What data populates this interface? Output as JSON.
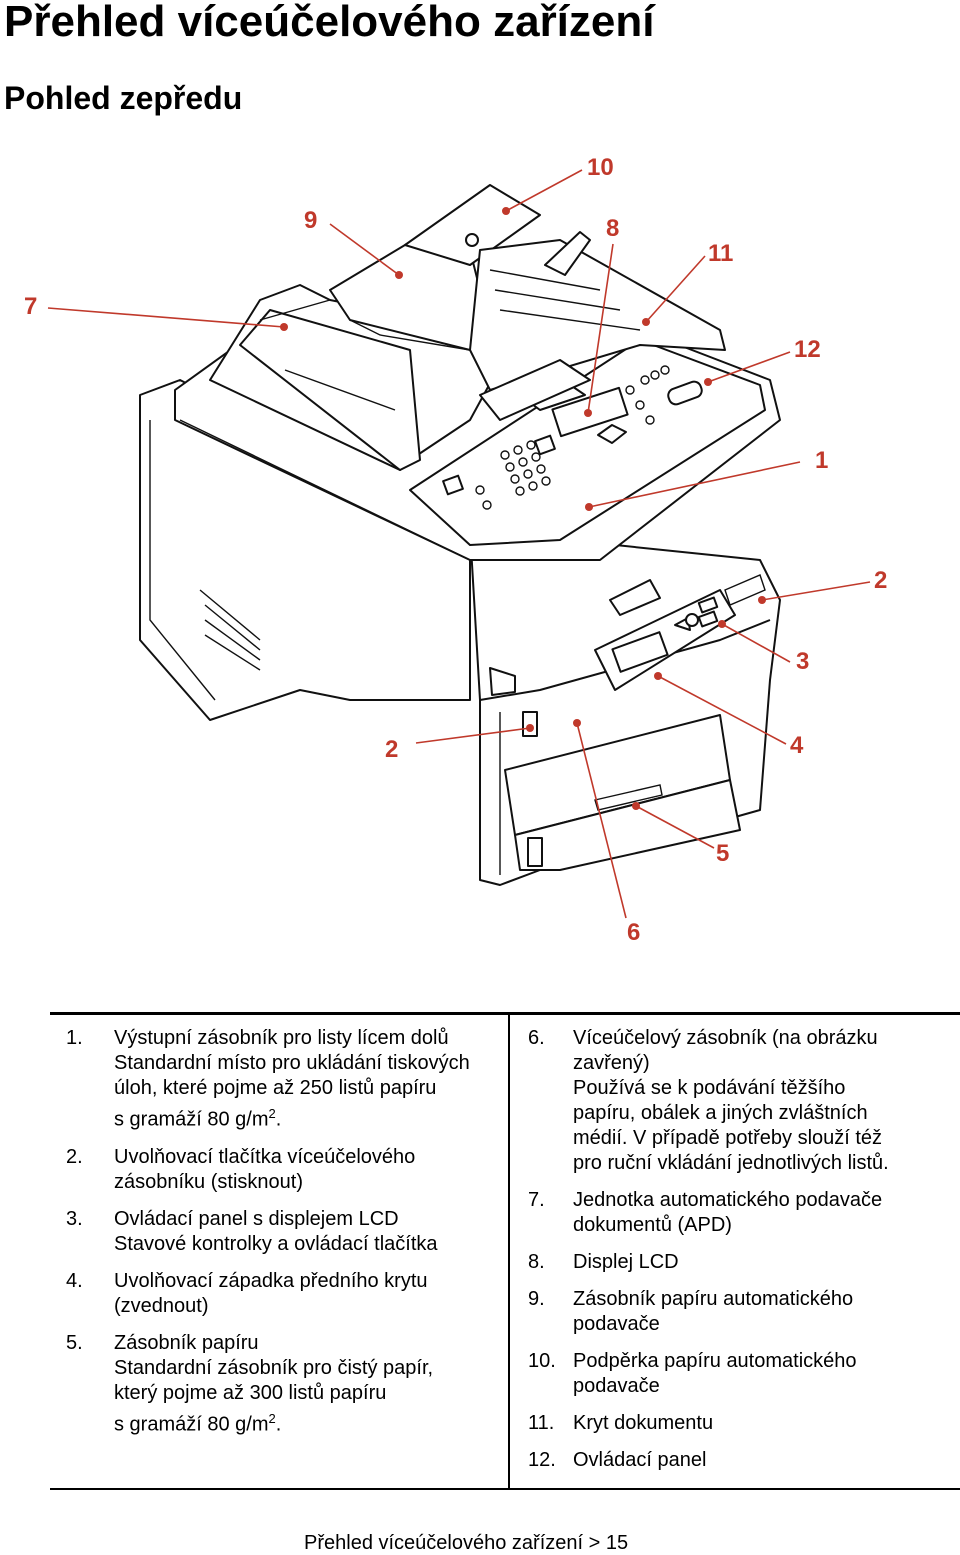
{
  "page": {
    "title": "Přehled víceúčelového zařízení",
    "subtitle": "Pohled zepředu",
    "footer": "Přehled víceúčelového zařízení > 15"
  },
  "diagram": {
    "callouts": [
      "10",
      "9",
      "8",
      "11",
      "7",
      "12",
      "1",
      "2",
      "3",
      "2",
      "4",
      "5",
      "6"
    ],
    "accent_color": "#c0392b"
  },
  "legend_left": [
    {
      "num": "1.",
      "lines": [
        "Výstupní zásobník pro listy lícem dolů",
        "Standardní místo pro ukládání tiskových",
        "úloh, které pojme až 250 listů papíru"
      ],
      "last_prefix": "s gramáží 80 g/m",
      "sup": "2",
      "last_suffix": "."
    },
    {
      "num": "2.",
      "lines": [
        "Uvolňovací tlačítka víceúčelového",
        "zásobníku (stisknout)"
      ]
    },
    {
      "num": "3.",
      "lines": [
        "Ovládací panel s displejem LCD",
        "Stavové kontrolky a ovládací tlačítka"
      ]
    },
    {
      "num": "4.",
      "lines": [
        "Uvolňovací západka předního krytu",
        "(zvednout)"
      ]
    },
    {
      "num": "5.",
      "lines": [
        "Zásobník papíru",
        "Standardní zásobník pro čistý papír,",
        "který pojme až 300 listů papíru"
      ],
      "last_prefix": "s gramáží 80 g/m",
      "sup": "2",
      "last_suffix": "."
    }
  ],
  "legend_right": [
    {
      "num": "6.",
      "lines": [
        "Víceúčelový zásobník (na obrázku",
        "zavřený)",
        "Používá se k podávání těžšího",
        "papíru, obálek a jiných zvláštních",
        "médií. V případě potřeby slouží též",
        "pro ruční vkládání jednotlivých listů."
      ]
    },
    {
      "num": "7.",
      "lines": [
        "Jednotka automatického podavače",
        "dokumentů (APD)"
      ]
    },
    {
      "num": "8.",
      "lines": [
        "Displej LCD"
      ]
    },
    {
      "num": "9.",
      "lines": [
        "Zásobník papíru automatického",
        "podavače"
      ]
    },
    {
      "num": "10.",
      "lines": [
        "Podpěrka papíru automatického",
        "podavače"
      ]
    },
    {
      "num": "11.",
      "lines": [
        "Kryt dokumentu"
      ]
    },
    {
      "num": "12.",
      "lines": [
        "Ovládací panel"
      ]
    }
  ]
}
